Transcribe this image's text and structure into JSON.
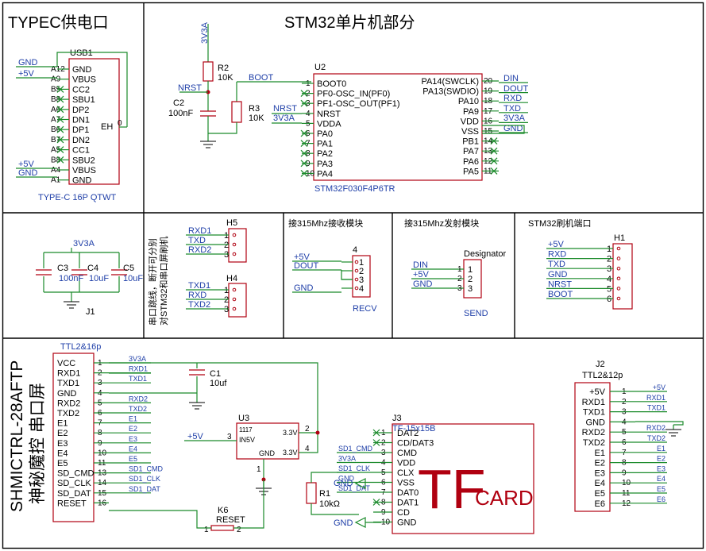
{
  "sections": {
    "typec": "TYPEC供电口",
    "stm32": "STM32单片机部分",
    "recv": "接315Mhz接收模块",
    "send": "接315Mhz发射模块",
    "flash": "STM32刷机端口",
    "serial_note_1": "串口跳线，断开可分别",
    "serial_note_2": "对STM32和串口屏刷机",
    "screen_1": "SHMICTRL-28AFTP",
    "screen_2": "神秘魔控 串口屏"
  },
  "usb": {
    "ref": "USB1",
    "part": "TYPE-C 16P QTWT",
    "pins": [
      "GND",
      "VBUS",
      "CC2",
      "SBU1",
      "DP2",
      "DN1",
      "DP1",
      "DN2",
      "CC1",
      "SBU2",
      "VBUS",
      "GND"
    ],
    "pin_nums": [
      "A12",
      "A9",
      "B5",
      "B8",
      "A6",
      "A7",
      "B6",
      "B7",
      "A5",
      "B8",
      "A4",
      "A1"
    ],
    "eh": "EH",
    "eh_num": "0",
    "nets": [
      "GND",
      "+5V",
      "+5V",
      "GND"
    ]
  },
  "stm32": {
    "ref": "U2",
    "part": "STM32F030F4P6TR",
    "left_pins": [
      "BOOT0",
      "PF0-OSC_IN(PF0)",
      "PF1-OSC_OUT(PF1)",
      "NRST",
      "VDDA",
      "PA0",
      "PA1",
      "PA2",
      "PA3",
      "PA4"
    ],
    "left_nums": [
      "1",
      "2",
      "3",
      "4",
      "5",
      "6",
      "7",
      "8",
      "9",
      "10"
    ],
    "right_pins": [
      "PA14(SWCLK)",
      "PA13(SWDIO)",
      "PA10",
      "PA9",
      "VDD",
      "VSS",
      "PB1",
      "PA7",
      "PA6",
      "PA5"
    ],
    "right_nums": [
      "20",
      "19",
      "18",
      "17",
      "16",
      "15",
      "14",
      "13",
      "12",
      "11"
    ],
    "right_nets": [
      "DIN",
      "DOUT",
      "RXD",
      "TXD",
      "3V3A",
      "GND"
    ],
    "left_nets": [
      "NRST",
      "3V3A"
    ],
    "r2": "R2",
    "r2v": "10K",
    "r3": "R3",
    "r3v": "10K",
    "c2": "C2",
    "c2v": "100nF",
    "boot": "BOOT",
    "nrst": "NRST",
    "v33": "3V3A"
  },
  "caps": {
    "net": "3V3A",
    "c3": "C3",
    "c3v": "100nF",
    "c4": "C4",
    "c4v": "10uF",
    "c5": "C5",
    "c5v": "10uF",
    "j1": "J1"
  },
  "h5": {
    "ref": "H5",
    "nets": [
      "RXD1",
      "TXD",
      "RXD2"
    ],
    "nums": [
      "1",
      "2",
      "3"
    ]
  },
  "h4": {
    "ref": "H4",
    "nets": [
      "TXD1",
      "RXD",
      "TXD2"
    ],
    "nums": [
      "1",
      "2",
      "3"
    ]
  },
  "recv": {
    "ref": "4",
    "part": "RECV",
    "nets": [
      "+5V",
      "DOUT",
      "GND"
    ],
    "nums": [
      "1",
      "2",
      "3",
      "4"
    ]
  },
  "send": {
    "ref": "Designator",
    "part": "SEND",
    "nets": [
      "DIN",
      "+5V",
      "GND"
    ],
    "nums": [
      "1",
      "2",
      "3"
    ]
  },
  "h1": {
    "ref": "H1",
    "nets": [
      "+5V",
      "RXD",
      "TXD",
      "GND",
      "NRST",
      "BOOT"
    ],
    "nums": [
      "1",
      "2",
      "3",
      "4",
      "5",
      "6"
    ]
  },
  "ttl16": {
    "ref": "TTL2&16p",
    "pins": [
      "VCC",
      "RXD1",
      "TXD1",
      "GND",
      "RXD2",
      "TXD2",
      "E1",
      "E2",
      "E3",
      "E4",
      "E5",
      "SD_CMD",
      "SD_CLK",
      "SD_DAT",
      "RESET"
    ],
    "nums": [
      "1",
      "2",
      "3",
      "4",
      "5",
      "6",
      "7",
      "8",
      "9",
      "10",
      "11",
      "13",
      "14",
      "15",
      "16"
    ],
    "nets": [
      "3V3A",
      "RXD1",
      "TXD1",
      "",
      "RXD2",
      "TXD2",
      "E1",
      "E2",
      "E3",
      "E4",
      "E5",
      "SD1_CMD",
      "SD1_CLK",
      "SD1_DAT",
      ""
    ]
  },
  "c1": {
    "ref": "C1",
    "val": "10uf"
  },
  "u3": {
    "ref": "U3",
    "part": "1117",
    "in": "IN5V",
    "gnd": "GND",
    "out1": "3.3V",
    "out2": "3.3V",
    "n3": "3",
    "n2": "2",
    "n4": "4",
    "n1": "1",
    "net": "+5V"
  },
  "k6": {
    "ref": "K6",
    "part": "RESET",
    "n1": "1",
    "n2": "2"
  },
  "j3": {
    "ref": "J3",
    "part": "TF-15x15B",
    "pins": [
      "DAT2",
      "CD/DAT3",
      "CMD",
      "VDD",
      "CLX",
      "VSS",
      "DAT0",
      "DAT1",
      "CD",
      "GND"
    ],
    "nums": [
      "1",
      "2",
      "3",
      "4",
      "5",
      "6",
      "7",
      "8",
      "9",
      "10"
    ],
    "nets": [
      "",
      "",
      "SD1_CMD",
      "3V3A",
      "SD1_CLK",
      "GND",
      "SD1_DAT",
      "",
      "",
      ""
    ],
    "logo_big": "TF",
    "logo_small": "CARD",
    "r1": "R1",
    "r1v": "10kΩ",
    "gnd": "GND"
  },
  "j2": {
    "ref": "J2",
    "part": "TTL2&12p",
    "pins": [
      "+5V",
      "RXD1",
      "TXD1",
      "GND",
      "RXD2",
      "TXD2",
      "E1",
      "E2",
      "E3",
      "E4",
      "E5",
      "E6"
    ],
    "nums": [
      "1",
      "2",
      "3",
      "4",
      "5",
      "6",
      "7",
      "8",
      "9",
      "10",
      "11",
      "12"
    ],
    "nets": [
      "+5V",
      "RXD1",
      "TXD1",
      "",
      "RXD2",
      "TXD2",
      "E1",
      "E2",
      "E3",
      "E4",
      "E5",
      "E6"
    ]
  }
}
